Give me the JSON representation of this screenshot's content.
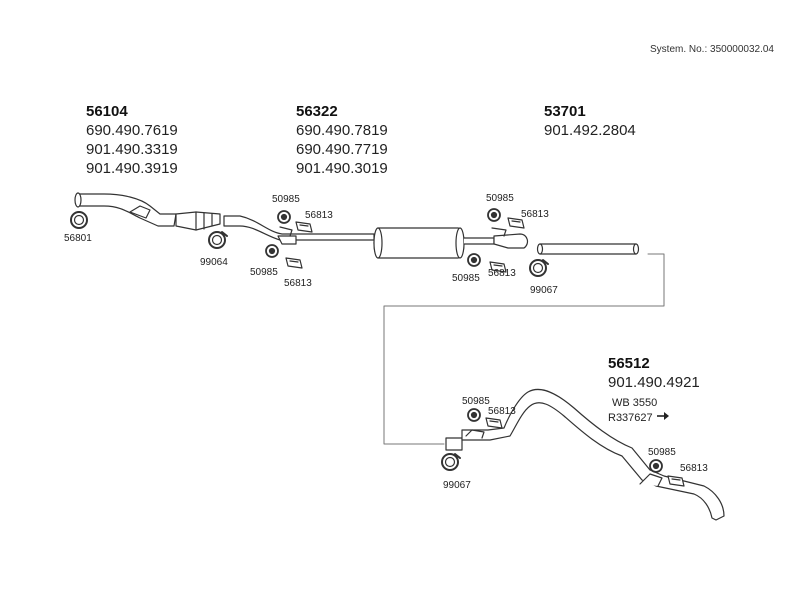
{
  "system_no": "System. No.: 350000032.04",
  "groups": [
    {
      "title": "56104",
      "numbers": [
        "690.490.7619",
        "901.490.3319",
        "901.490.3919"
      ]
    },
    {
      "title": "56322",
      "numbers": [
        "690.490.7819",
        "690.490.7719",
        "901.490.3019"
      ]
    },
    {
      "title": "53701",
      "numbers": [
        "901.492.2804"
      ]
    },
    {
      "title": "56512",
      "numbers": [
        "901.490.4921"
      ],
      "notes": [
        "WB 3550",
        "R337627"
      ]
    }
  ],
  "parts": {
    "p56801": "56801",
    "p99064": "99064",
    "p50985_a": "50985",
    "p56813_a": "56813",
    "p50985_b": "50985",
    "p56813_b": "56813",
    "p50985_c": "50985",
    "p56813_c": "56813",
    "p50985_d": "50985",
    "p56813_d": "56813",
    "p99067_a": "99067",
    "p50985_e": "50985",
    "p56813_e": "56813",
    "p99067_b": "99067",
    "p50985_f": "50985",
    "p56813_f": "56813"
  },
  "icons": [
    "arrow-right-icon"
  ]
}
